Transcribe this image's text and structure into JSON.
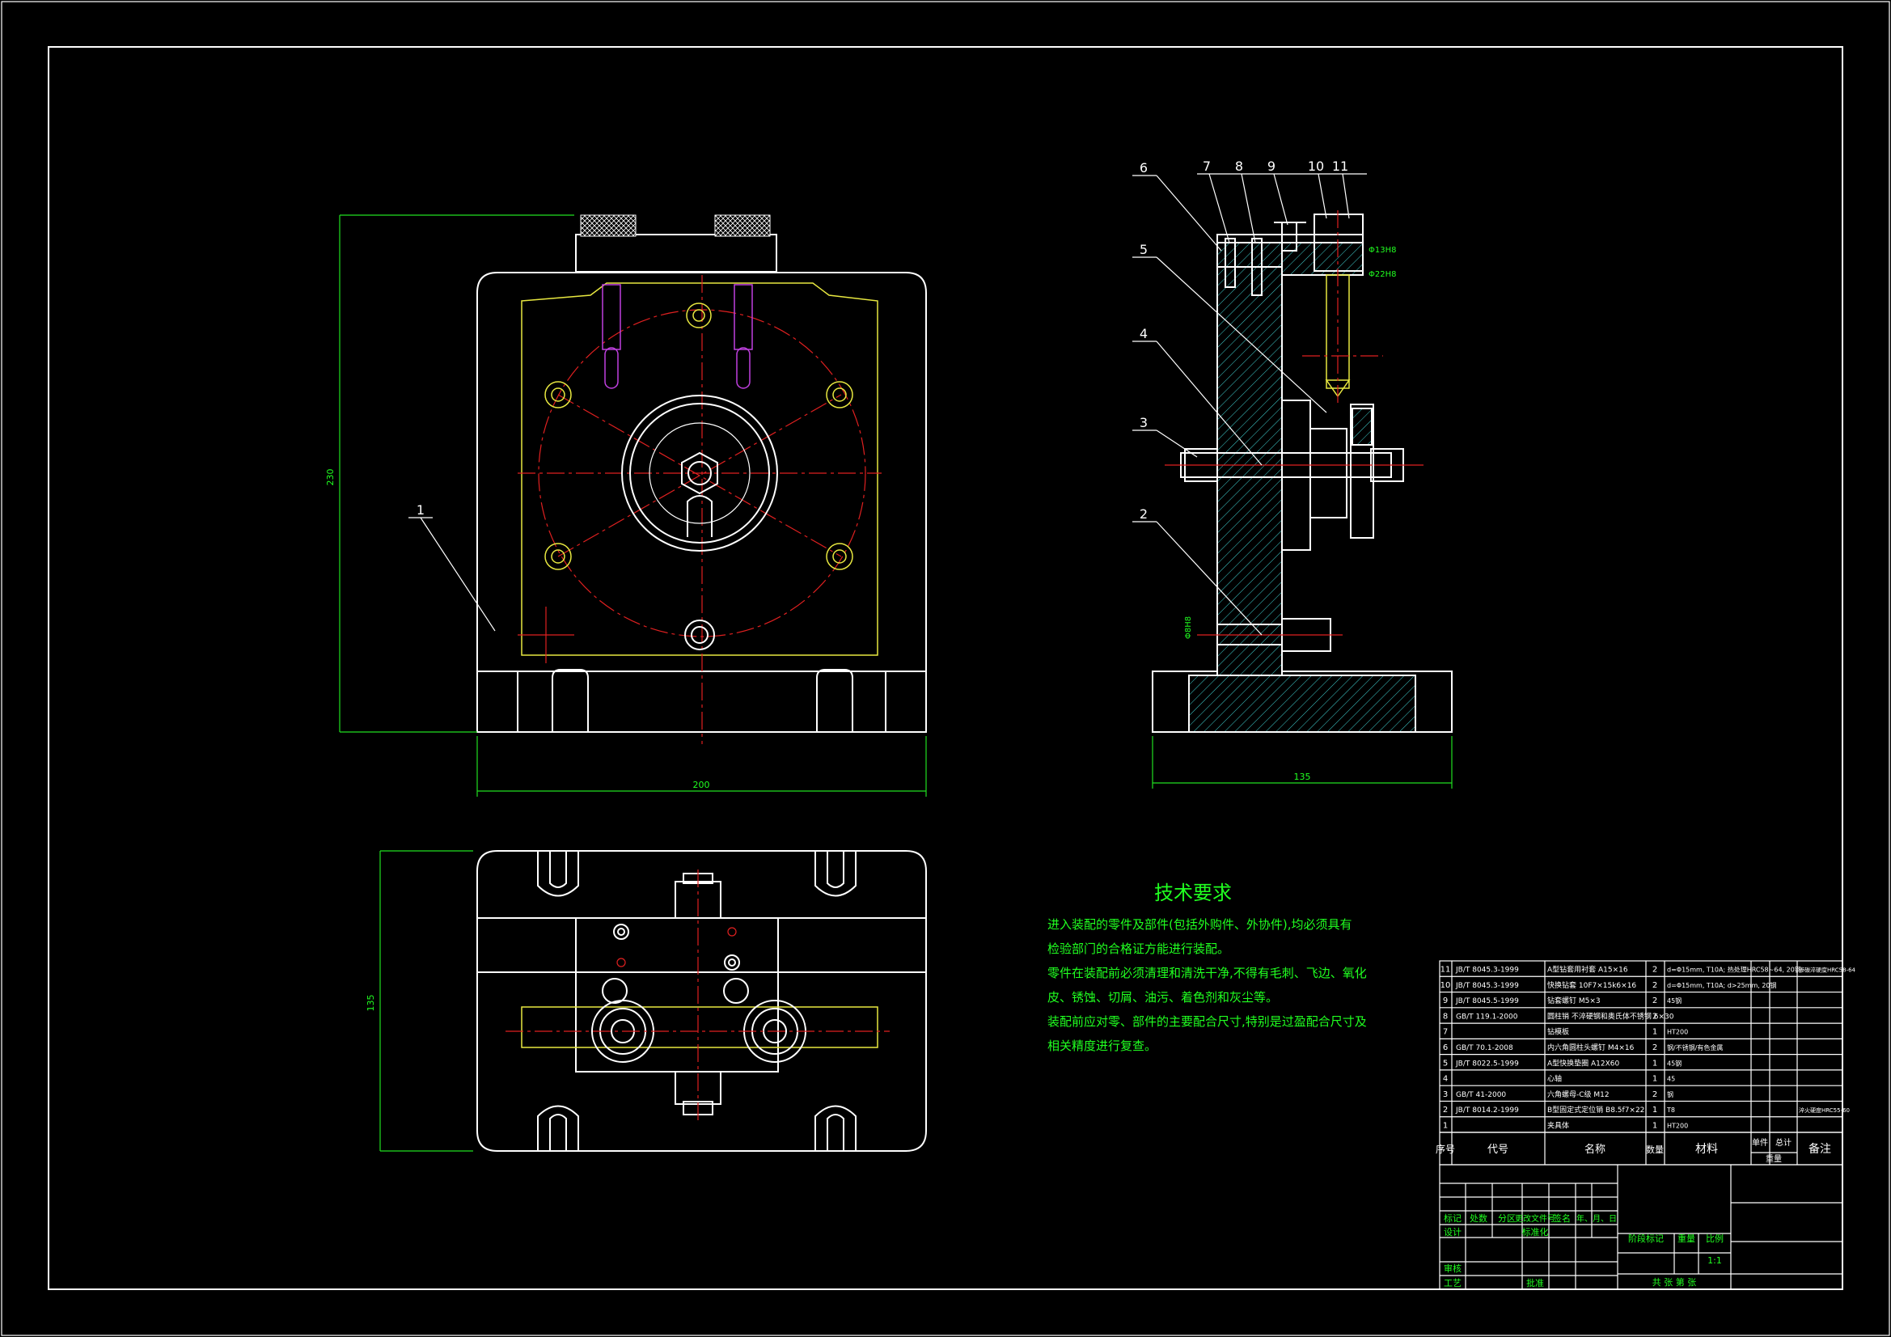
{
  "drawing": {
    "tech_req_title": "技术要求",
    "tech_req_lines": [
      "进入装配的零件及部件(包括外购件、外协件),均必须具有",
      "检验部门的合格证方能进行装配。",
      "零件在装配前必须清理和清洗干净,不得有毛刺、飞边、氧化",
      "皮、锈蚀、切屑、油污、着色剂和灰尘等。",
      "装配前应对零、部件的主要配合尺寸,特别是过盈配合尺寸及",
      "相关精度进行复查。"
    ],
    "dimensions": {
      "front_width": "200",
      "front_height": "230",
      "side_width": "135",
      "top_height": "135",
      "side_d1": "Φ13H8",
      "side_d2": "Φ22H8",
      "side_d3": "Φ8H8"
    },
    "balloons": {
      "front": "1",
      "side_left": [
        "6",
        "5",
        "4",
        "3",
        "2"
      ],
      "side_top": [
        "7",
        "8",
        "9",
        "10",
        "11"
      ]
    }
  },
  "bom": {
    "rows": [
      {
        "no": "11",
        "code": "JB/T 8045.3-1999",
        "name": "A型钻套用衬套 A15×16",
        "qty": "2",
        "material": "d=Φ15mm, T10A; 热处理HRC58~64, 20钢",
        "note": "渗碳淬硬度HRC58-64"
      },
      {
        "no": "10",
        "code": "JB/T 8045.3-1999",
        "name": "快换钻套 10F7×15k6×16",
        "qty": "2",
        "material": "d=Φ15mm, T10A; d>25mm, 20钢",
        "note": ""
      },
      {
        "no": "9",
        "code": "JB/T 8045.5-1999",
        "name": "钻套螺钉 M5×3",
        "qty": "2",
        "material": "45钢",
        "note": ""
      },
      {
        "no": "8",
        "code": "GB/T 119.1-2000",
        "name": "圆柱销 不淬硬钢和奥氏体不锈钢 6×30",
        "qty": "2",
        "material": "",
        "note": ""
      },
      {
        "no": "7",
        "code": "",
        "name": "钻模板",
        "qty": "1",
        "material": "HT200",
        "note": ""
      },
      {
        "no": "6",
        "code": "GB/T 70.1-2008",
        "name": "内六角圆柱头螺钉 M4×16",
        "qty": "2",
        "material": "钢/不锈钢/有色金属",
        "note": ""
      },
      {
        "no": "5",
        "code": "JB/T 8022.5-1999",
        "name": "A型快换垫圈 A12X60",
        "qty": "1",
        "material": "45钢",
        "note": ""
      },
      {
        "no": "4",
        "code": "",
        "name": "心轴",
        "qty": "1",
        "material": "45",
        "note": ""
      },
      {
        "no": "3",
        "code": "GB/T 41-2000",
        "name": "六角螺母-C级 M12",
        "qty": "2",
        "material": "钢",
        "note": ""
      },
      {
        "no": "2",
        "code": "JB/T 8014.2-1999",
        "name": "B型固定式定位销 B8.5f7×22",
        "qty": "1",
        "material": "T8",
        "note": "淬火硬度HRC55-60"
      },
      {
        "no": "1",
        "code": "",
        "name": "夹具体",
        "qty": "1",
        "material": "HT200",
        "note": ""
      }
    ],
    "headers": {
      "no": "序号",
      "code": "代号",
      "name": "名称",
      "qty": "数量",
      "material": "材料",
      "unit": "单件",
      "total": "总计",
      "weight": "重量",
      "note": "备注"
    }
  },
  "title_block": {
    "mark": "标记",
    "count": "处数",
    "zone": "分区",
    "change_doc": "更改文件号",
    "sign": "签名",
    "date": "年、月、日",
    "design": "设计",
    "standardize": "标准化",
    "review": "审核",
    "process": "工艺",
    "approve": "批准",
    "stage_mark": "阶段标记",
    "weight": "重量",
    "scale": "比例",
    "scale_value": "1:1",
    "sheets": "共  张  第  张"
  }
}
